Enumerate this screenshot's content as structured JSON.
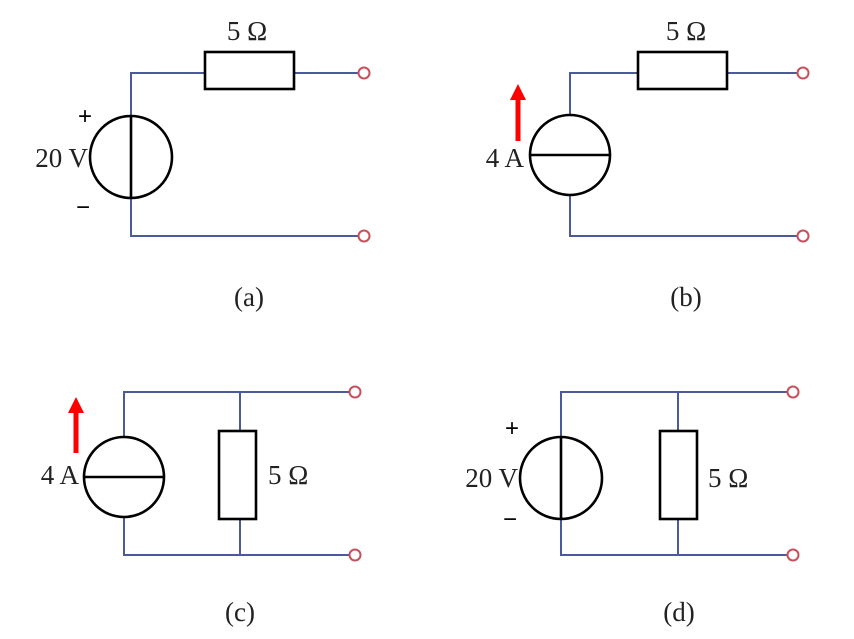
{
  "figure": {
    "panels": [
      {
        "id": "a",
        "caption": "(a)",
        "topology": "series",
        "source": {
          "type": "voltage",
          "label": "20 V",
          "plus": "+",
          "minus": "−"
        },
        "resistor": {
          "label": "5 Ω"
        }
      },
      {
        "id": "b",
        "caption": "(b)",
        "topology": "series",
        "source": {
          "type": "current",
          "label": "4 A",
          "direction": "up"
        },
        "resistor": {
          "label": "5 Ω"
        }
      },
      {
        "id": "c",
        "caption": "(c)",
        "topology": "parallel",
        "source": {
          "type": "current",
          "label": "4 A",
          "direction": "up"
        },
        "resistor": {
          "label": "5 Ω"
        }
      },
      {
        "id": "d",
        "caption": "(d)",
        "topology": "parallel",
        "source": {
          "type": "voltage",
          "label": "20 V",
          "plus": "+",
          "minus": "−"
        },
        "resistor": {
          "label": "5 Ω"
        }
      }
    ],
    "colors": {
      "wire": "#4a5a9a",
      "component": "#000000",
      "terminal": "#c8505a",
      "current_arrow": "#ff0000"
    }
  }
}
